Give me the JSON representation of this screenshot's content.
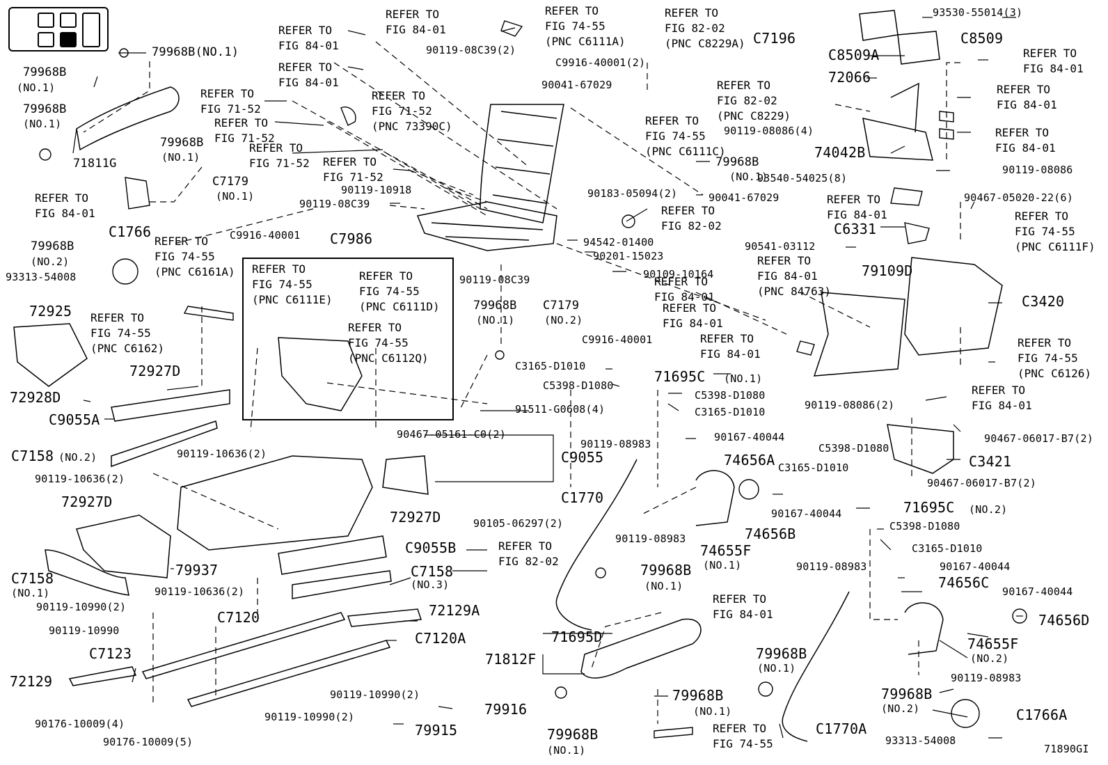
{
  "figure_id": "71890GI",
  "refer": {
    "f8401": "REFER TO\nFIG 84-01",
    "f7152": "REFER TO\nFIG 71-52",
    "f7152_73390c": "REFER TO\nFIG 71-52\n(PNC 73390C)",
    "f7455_c6111a": "REFER TO\nFIG 74-55\n(PNC C6111A)",
    "f8202_c8229a": "REFER TO\nFIG 82-02\n(PNC C8229A)",
    "f8202_c8229": "REFER TO\nFIG 82-02\n(PNC C8229)",
    "f7455_c6111c": "REFER TO\nFIG 74-55\n(PNC C6111C)",
    "f8202": "REFER TO\nFIG 82-02",
    "f7455_c6161a": "REFER TO\nFIG 74-55\n(PNC C6161A)",
    "f7455_c6162": "REFER TO\nFIG 74-55\n(PNC C6162)",
    "f7455_c6111e": "REFER TO\nFIG 74-55\n(PNC C6111E)",
    "f7455_c6111d": "REFER TO\nFIG 74-55\n(PNC C6111D)",
    "f7455_c6112q": "REFER TO\nFIG 74-55\n(PNC C6112Q)",
    "f8401_84763": "REFER TO\nFIG 84-01\n(PNC 84763)",
    "f7455_c6111f": "REFER TO\nFIG 74-55\n(PNC C6111F)",
    "f7455_c6126": "REFER TO\nFIG 74-55\n(PNC C6126)",
    "f7455": "REFER TO\nFIG 74-55"
  },
  "parts": {
    "p79968b": "79968B",
    "no1": "(NO.1)",
    "no2": "(NO.2)",
    "no3": "(NO.3)",
    "p79968b_no1": "79968B (NO.1)",
    "p71811g": "71811G",
    "p79968b_no1b": "79968B",
    "p90119_08c39_2": "90119-08C39(2)",
    "p90119_08c39": "90119-08C39",
    "p90041_67029": "90041-67029",
    "p c9916_40001_2": "",
    "c9916_40001_2": "C9916-40001(2)",
    "c9916_40001": "C9916-40001",
    "p93530": "93530-55014(3)",
    "c8509": "C8509",
    "c8509a": "C8509A",
    "p72066": "72066",
    "p90119_08086_4": "90119-08086(4)",
    "p90119_08086": "90119-08086",
    "p90119_08086_2": "90119-08086(2)",
    "p74042b": "74042B",
    "p93540": "93540-54025(8)",
    "c7196": "C7196",
    "c7179": "C7179",
    "c7179_no1": "C7179",
    "p79968b_right": "79968B",
    "p90183": "90183-05094(2)",
    "p90119_10918": "90119-10918",
    "p94542": "94542-01400",
    "p90201": "90201-15023",
    "p90109": "90109-10164",
    "c6331": "C6331",
    "p90467_05020": "90467-05020-22(6)",
    "p90541": "90541-03112",
    "p79109d": "79109D",
    "c3420": "C3420",
    "c1766": "C1766",
    "p93313": "93313-54008",
    "c7986": "C7986",
    "p72925": "72925",
    "p72927d": "72927D",
    "p72928d": "72928D",
    "c9055a": "C9055A",
    "c7158": "C7158",
    "p90119_10636_2": "90119-10636(2)",
    "p90467_05161": "90467-05161-C0(2)",
    "c9055": "C9055",
    "p91511": "91511-G0608(4)",
    "c3165_d1010": "C3165-D1010",
    "c5398_d1080": "C5398-D1080",
    "p71695c": "71695C",
    "p90119_08983": "90119-08983",
    "p90167_40044": "90167-40044",
    "p74656a": "74656A",
    "c1770": "C1770",
    "p74656b": "74656B",
    "p74655f": "74655F",
    "p90105": "90105-06297(2)",
    "c9055b": "C9055B",
    "p79937": "79937",
    "p90119_10990_2": "90119-10990(2)",
    "p90119_10990": "90119-10990",
    "c7120": "C7120",
    "c7120a": "C7120A",
    "c7123": "C7123",
    "p72129a": "72129A",
    "p72129": "72129",
    "p90176_4": "90176-10009(4)",
    "p90176_5": "90176-10009(5)",
    "p79916": "79916",
    "p79915": "79915",
    "p71695d": "71695D",
    "p71812f": "71812F",
    "c1770a": "C1770A",
    "p90467_06017": "90467-06017-B7(2)",
    "c3421": "C3421",
    "p74656c": "74656C",
    "p74656d": "74656D",
    "c1766a": "C1766A"
  }
}
